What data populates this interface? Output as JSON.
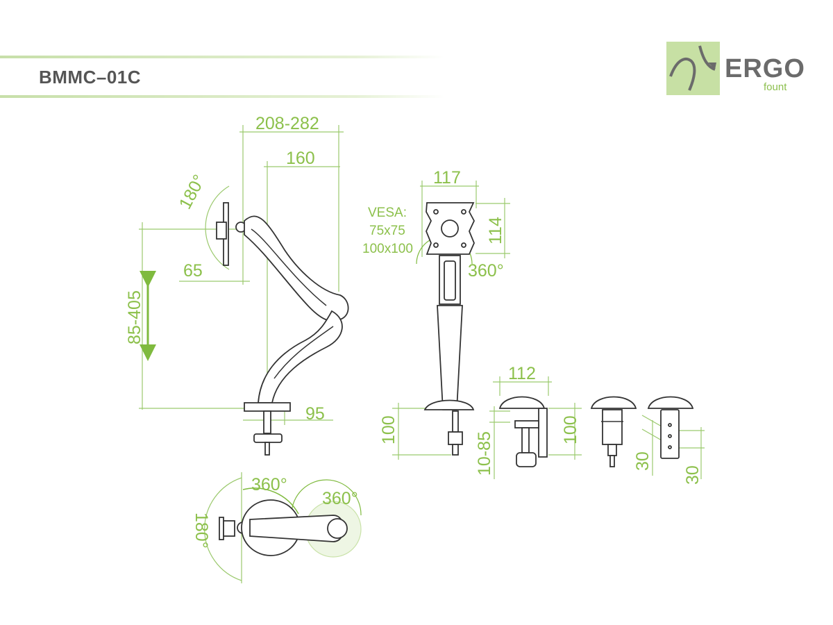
{
  "header": {
    "model": "BMMC–01C"
  },
  "logo": {
    "word": "ERGO",
    "sub": "fount"
  },
  "colors": {
    "accent": "#8cc04b",
    "line": "#333333",
    "band": "#c7dfa9"
  },
  "side_view": {
    "reach_total": "208-282",
    "reach_arm": "160",
    "tilt": "180°",
    "vesa_offset": "65",
    "height_range": "85-405",
    "base_offset": "95"
  },
  "front_view": {
    "vesa_label": "VESA:",
    "vesa_small": "75x75",
    "vesa_large": "100x100",
    "plate_width": "117",
    "plate_height": "114",
    "rotation": "360°",
    "pole_below": "100"
  },
  "clamp_view": {
    "width": "112",
    "desk_thickness": "10-85",
    "clamp_height": "100",
    "grommet_a": "30",
    "grommet_b": "30"
  },
  "top_view": {
    "swivel_arm": "360°",
    "swivel_base": "360°",
    "tilt": "180°"
  }
}
